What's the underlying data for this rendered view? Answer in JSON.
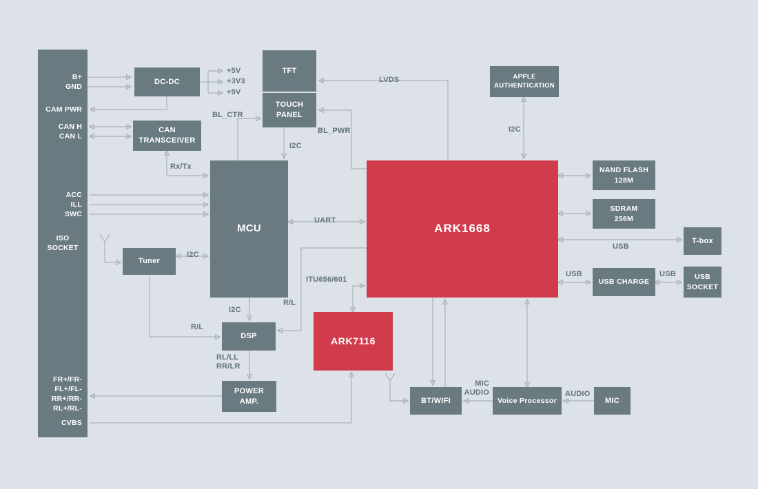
{
  "colors": {
    "background": "#dce2e7",
    "block_gray": "#6a7a81",
    "accent_red": "#d13c4d",
    "wire_gray": "#a9b3b8",
    "wire_label": "#62737a",
    "block_text": "#ffffff"
  },
  "iso": {
    "pins": [
      "B+",
      "GND",
      "CAM PWR",
      "CAN H",
      "CAN L",
      "ACC",
      "ILL",
      "SWC",
      "ISO",
      "SOCKET",
      "FR+/FR-",
      "FL+/FL-",
      "RR+/RR-",
      "RL+/RL-",
      "CVBS"
    ]
  },
  "blocks": {
    "dcdc": {
      "label": "DC-DC"
    },
    "can_transceiver": {
      "lines": [
        "CAN",
        "TRANSCEIVER"
      ]
    },
    "tft": {
      "label": "TFT"
    },
    "touch_panel": {
      "lines": [
        "TOUCH",
        "PANEL"
      ]
    },
    "mcu": {
      "label": "MCU"
    },
    "tuner": {
      "label": "Tuner"
    },
    "ark1668": {
      "label": "ARK1668"
    },
    "apple_auth": {
      "lines": [
        "APPLE",
        "AUTHENTICATION"
      ]
    },
    "nand_flash": {
      "lines": [
        "NAND FLASH",
        "128M"
      ]
    },
    "sdram": {
      "lines": [
        "SDRAM",
        "256M"
      ]
    },
    "tbox": {
      "label": "T-box"
    },
    "usb_charge": {
      "label": "USB CHARGE"
    },
    "usb_socket": {
      "lines": [
        "USB",
        "SOCKET"
      ]
    },
    "dsp": {
      "label": "DSP"
    },
    "ark7116": {
      "label": "ARK7116"
    },
    "power_amp": {
      "lines": [
        "POWER",
        "AMP."
      ]
    },
    "bt_wifi": {
      "label": "BT/WIFI"
    },
    "voice_processor": {
      "label": "Voice Processor"
    },
    "mic": {
      "label": "MIC"
    }
  },
  "wires": {
    "v5": "+5V",
    "v3v3": "+3V3",
    "v9": "+9V",
    "bl_ctr": "BL_CTR",
    "lvds": "LVDS",
    "bl_pwr": "BL_PWR",
    "i2c_touch": "I2C",
    "i2c_apple": "I2C",
    "i2c_tuner": "I2C",
    "i2c_dsp": "I2C",
    "rx_tx": "Rx/Tx",
    "uart": "UART",
    "usb_tbox": "USB",
    "usb_charge_in": "USB",
    "usb_charge_out": "USB",
    "itu": "ITU656/601",
    "rl_main": "R/L",
    "rl_tuner": "R/L",
    "spk": {
      "lines": [
        "RL/LL",
        "RR/LR"
      ]
    },
    "mic_audio": {
      "lines": [
        "MIC",
        "AUDIO"
      ]
    },
    "audio": "AUDIO"
  }
}
